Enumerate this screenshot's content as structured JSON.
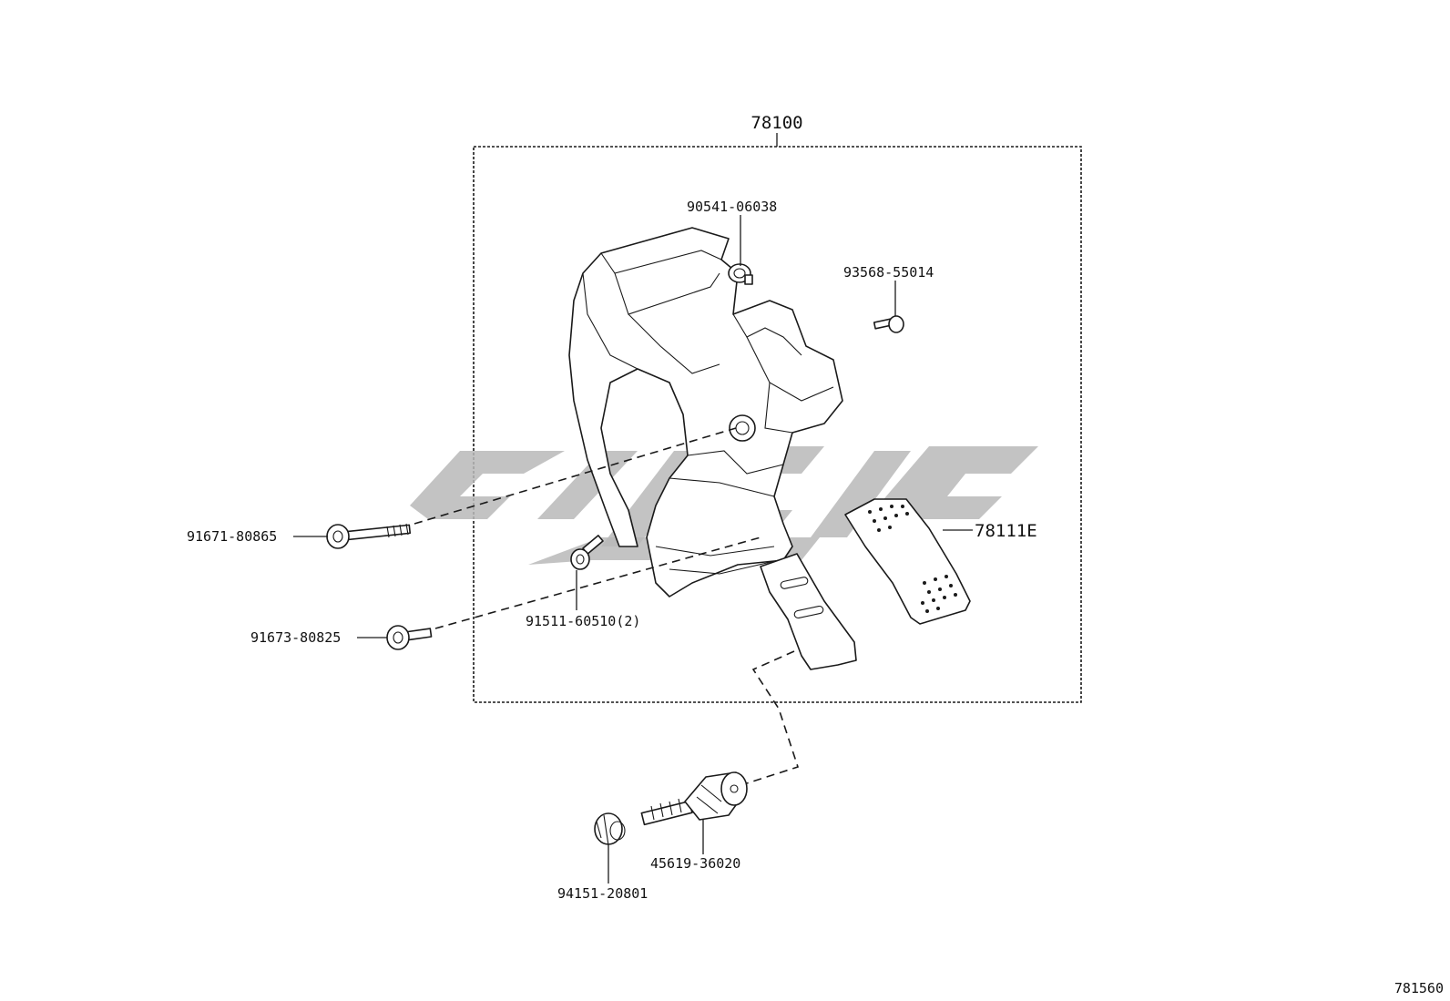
{
  "diagram": {
    "assembly_label": "78100",
    "figure_number": "781560",
    "parts": [
      {
        "id": "p90541",
        "label": "90541-06038"
      },
      {
        "id": "p93568",
        "label": "93568-55014"
      },
      {
        "id": "p78111",
        "label": "78111E"
      },
      {
        "id": "p91671",
        "label": "91671-80865"
      },
      {
        "id": "p91673",
        "label": "91673-80825"
      },
      {
        "id": "p91511",
        "label": "91511-60510(2)"
      },
      {
        "id": "p45619",
        "label": "45619-36020"
      },
      {
        "id": "p94151",
        "label": "94151-20801"
      }
    ]
  }
}
